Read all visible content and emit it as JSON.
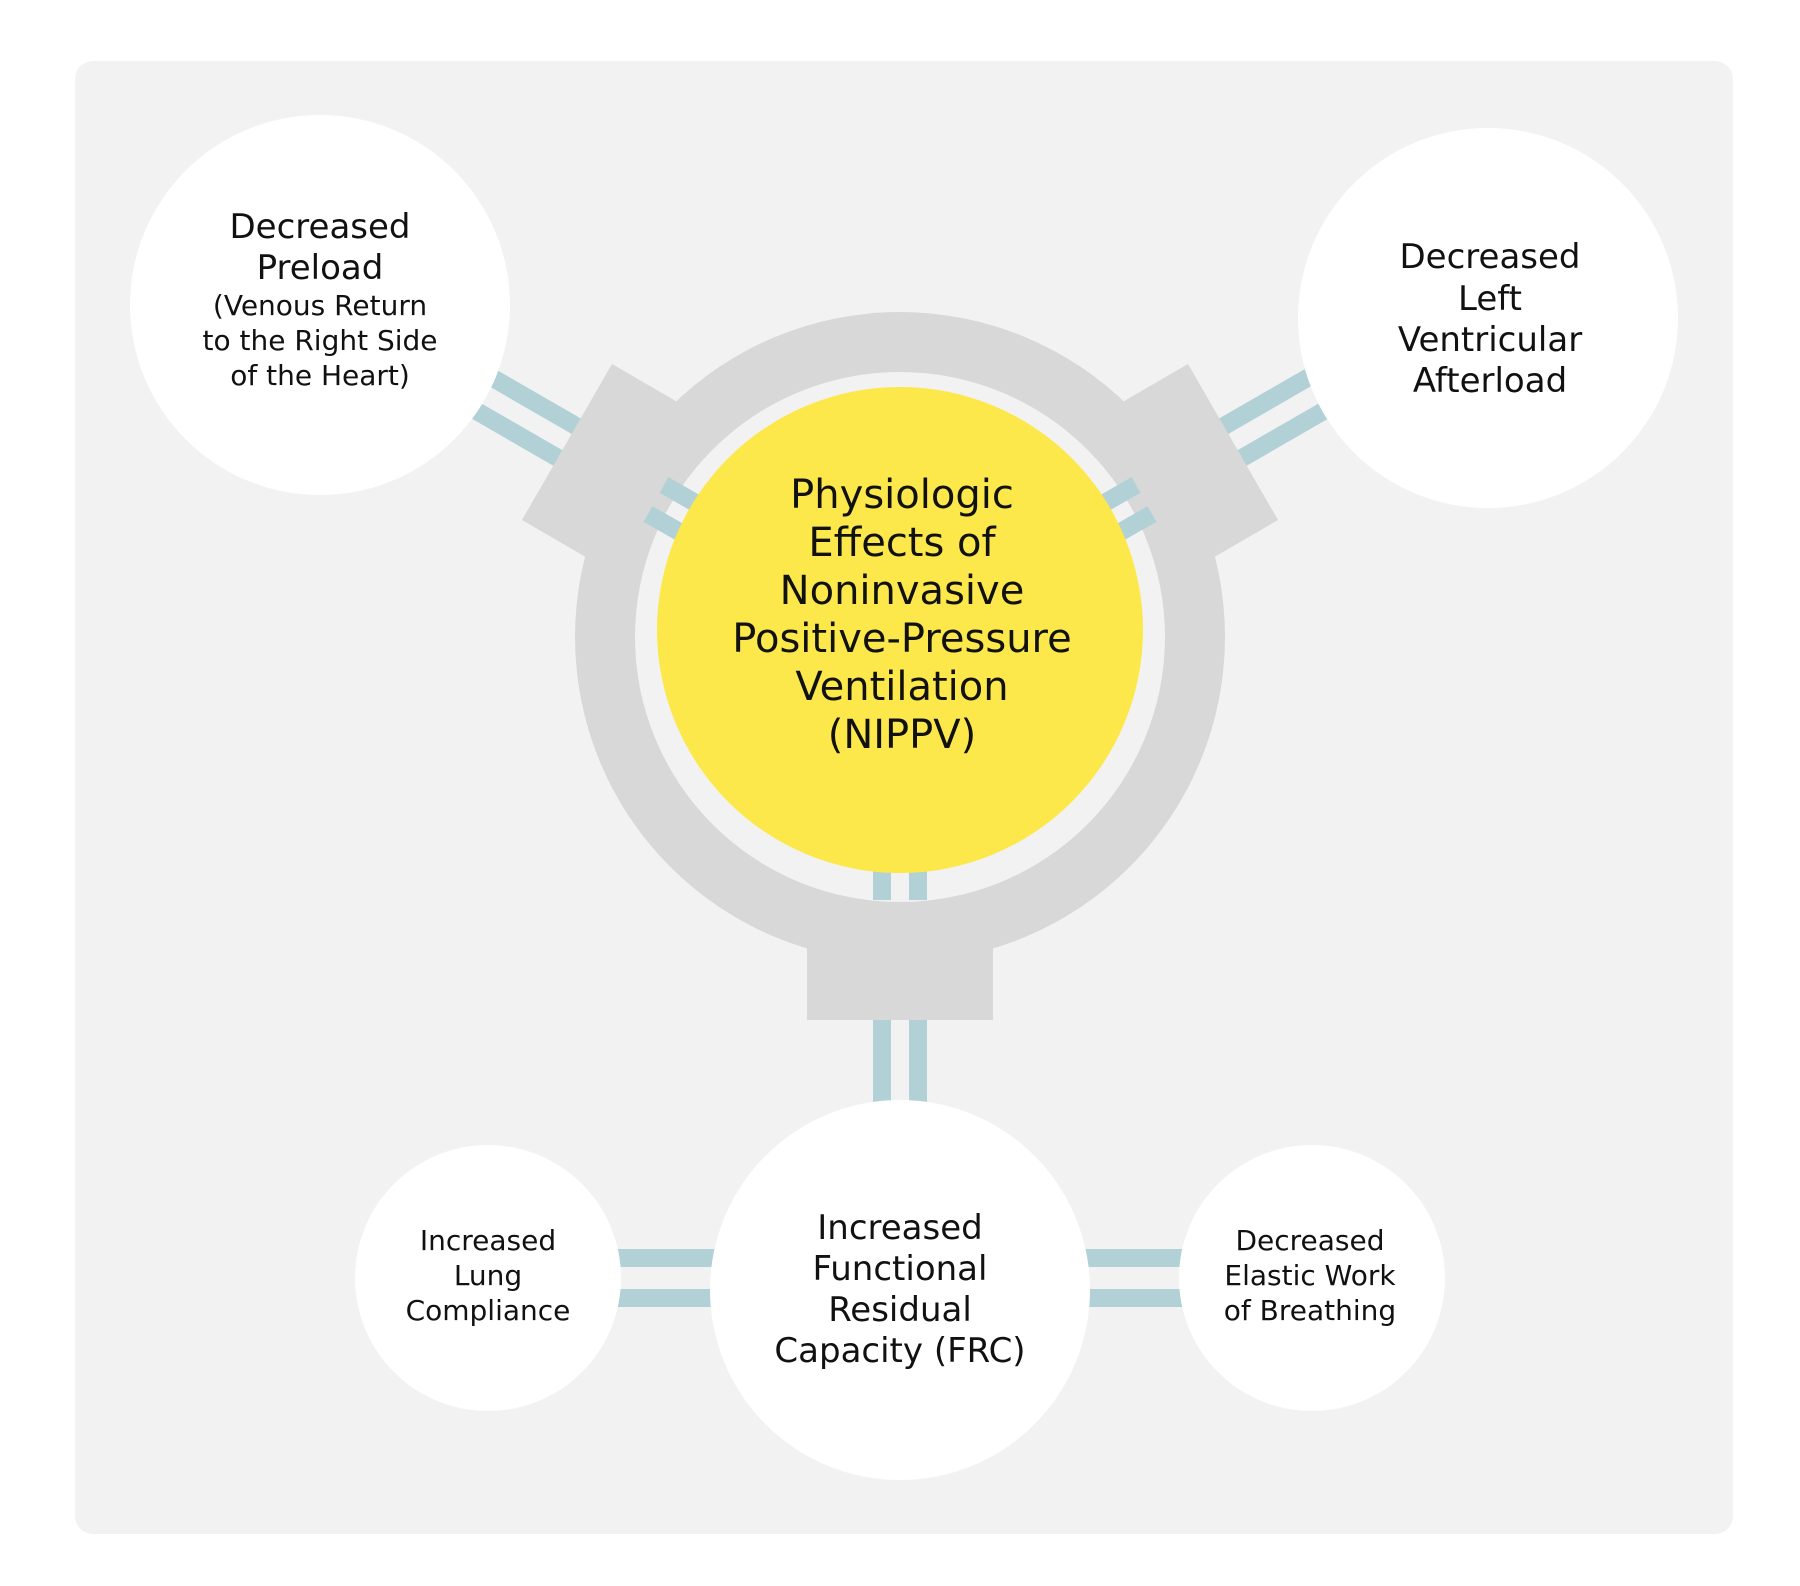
{
  "colors": {
    "panel": "#f2f2f2",
    "ring": "#d8d8d8",
    "center": "#fde84b",
    "node": "#ffffff",
    "connector": "#b2d1d6"
  },
  "center": {
    "lines": [
      "Physiologic",
      "Effects of",
      "Noninvasive",
      "Positive-Pressure",
      "Ventilation",
      "(NIPPV)"
    ]
  },
  "nodes": {
    "preload": {
      "main_lines": [
        "Decreased",
        "Preload"
      ],
      "sub_lines": [
        "(Venous Return",
        "to the Right Side",
        "of the Heart)"
      ]
    },
    "afterload": {
      "lines": [
        "Decreased",
        "Left",
        "Ventricular",
        "Afterload"
      ]
    },
    "frc": {
      "lines": [
        "Increased",
        "Functional",
        "Residual",
        "Capacity (FRC)"
      ]
    },
    "lung_compliance": {
      "lines": [
        "Increased",
        "Lung",
        "Compliance"
      ]
    },
    "elastic_work": {
      "lines": [
        "Decreased",
        "Elastic Work",
        "of Breathing"
      ]
    }
  }
}
